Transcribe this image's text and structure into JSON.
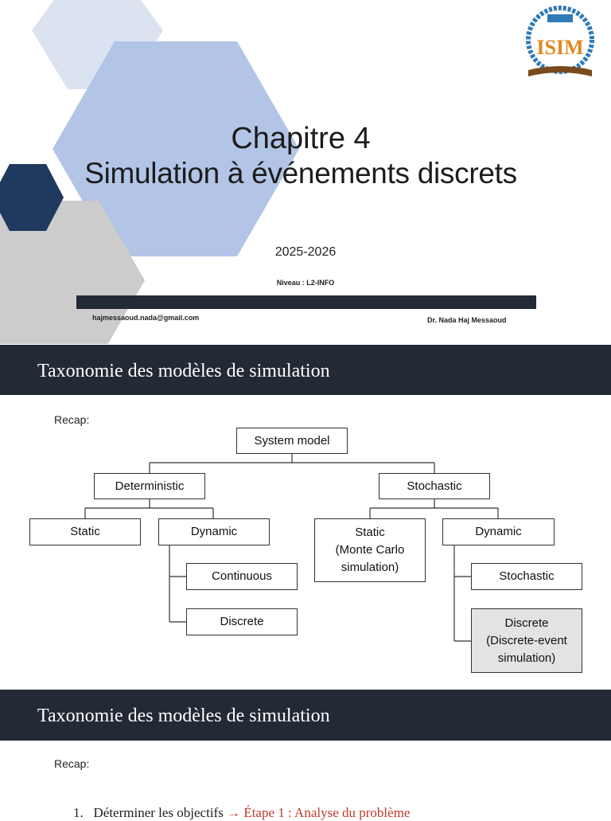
{
  "slide1": {
    "title_line1": "Chapitre 4",
    "title_line2": "Simulation à événements discrets",
    "years": "2025-2026",
    "niveau": "Niveau : L2-INFO",
    "email": "hajmessaoud.nada@gmail.com",
    "author": "Dr. Nada Haj Messaoud",
    "logo_text": "ISIM"
  },
  "slide2": {
    "header": "Taxonomie des modèles de simulation",
    "recap": "Recap:",
    "tree": {
      "root": "System model",
      "deterministic": "Deterministic",
      "stochastic": "Stochastic",
      "det_static": "Static",
      "det_dynamic": "Dynamic",
      "continuous": "Continuous",
      "discrete": "Discrete",
      "sto_static_l1": "Static",
      "sto_static_l2": "(Monte Carlo",
      "sto_static_l3": "simulation)",
      "sto_dynamic": "Dynamic",
      "sto_stochastic": "Stochastic",
      "sto_discrete_l1": "Discrete",
      "sto_discrete_l2": "(Discrete-event",
      "sto_discrete_l3": "simulation)"
    }
  },
  "slide3": {
    "header": "Taxonomie des modèles de simulation",
    "recap": "Recap:",
    "step_number": "1.",
    "step_text": "Déterminer les objectifs",
    "step_arrow": "→",
    "step_link": "Étape 1 : Analyse du problème"
  },
  "colors": {
    "banner": "#232a36",
    "hex_light": "#dbe3f1",
    "hex_mid": "#b3c5e6",
    "hex_dark": "#20395f",
    "hex_gray": "#cccccc"
  }
}
